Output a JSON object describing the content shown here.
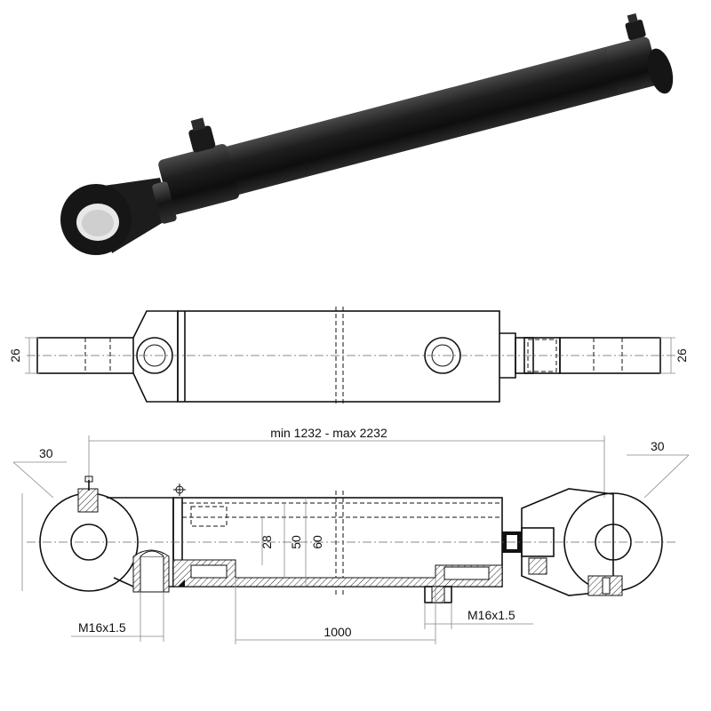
{
  "diagram": {
    "photo": {
      "description_icon": "hydraulic-cylinder-photo",
      "body_color": "#1b1b1b"
    },
    "top_view": {
      "left_width": "26",
      "right_width": "26"
    },
    "side_view": {
      "length_range": "min 1232 - max 2232",
      "left_angle": "30",
      "right_angle": "30",
      "dim_28": "28",
      "dim_50": "50",
      "dim_60": "60",
      "stroke": "1000",
      "thread_left": "M16x1.5",
      "thread_right": "M16x1.5"
    }
  }
}
